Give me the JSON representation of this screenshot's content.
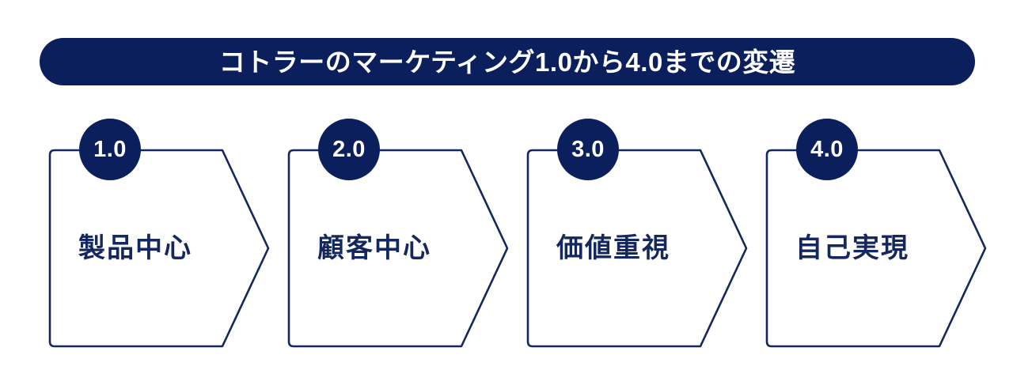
{
  "page": {
    "background_color": "#FFFFFF",
    "accent_color": "#0A1F5C",
    "label_color": "#14275E",
    "title_text_color": "#FFFFFF"
  },
  "header": {
    "title": "コトラーのマーケティング1.0から4.0までの変遷"
  },
  "stages": [
    {
      "badge": "1.0",
      "label": "製品中心"
    },
    {
      "badge": "2.0",
      "label": "顧客中心"
    },
    {
      "badge": "3.0",
      "label": "価値重視"
    },
    {
      "badge": "4.0",
      "label": "自己実現"
    }
  ]
}
